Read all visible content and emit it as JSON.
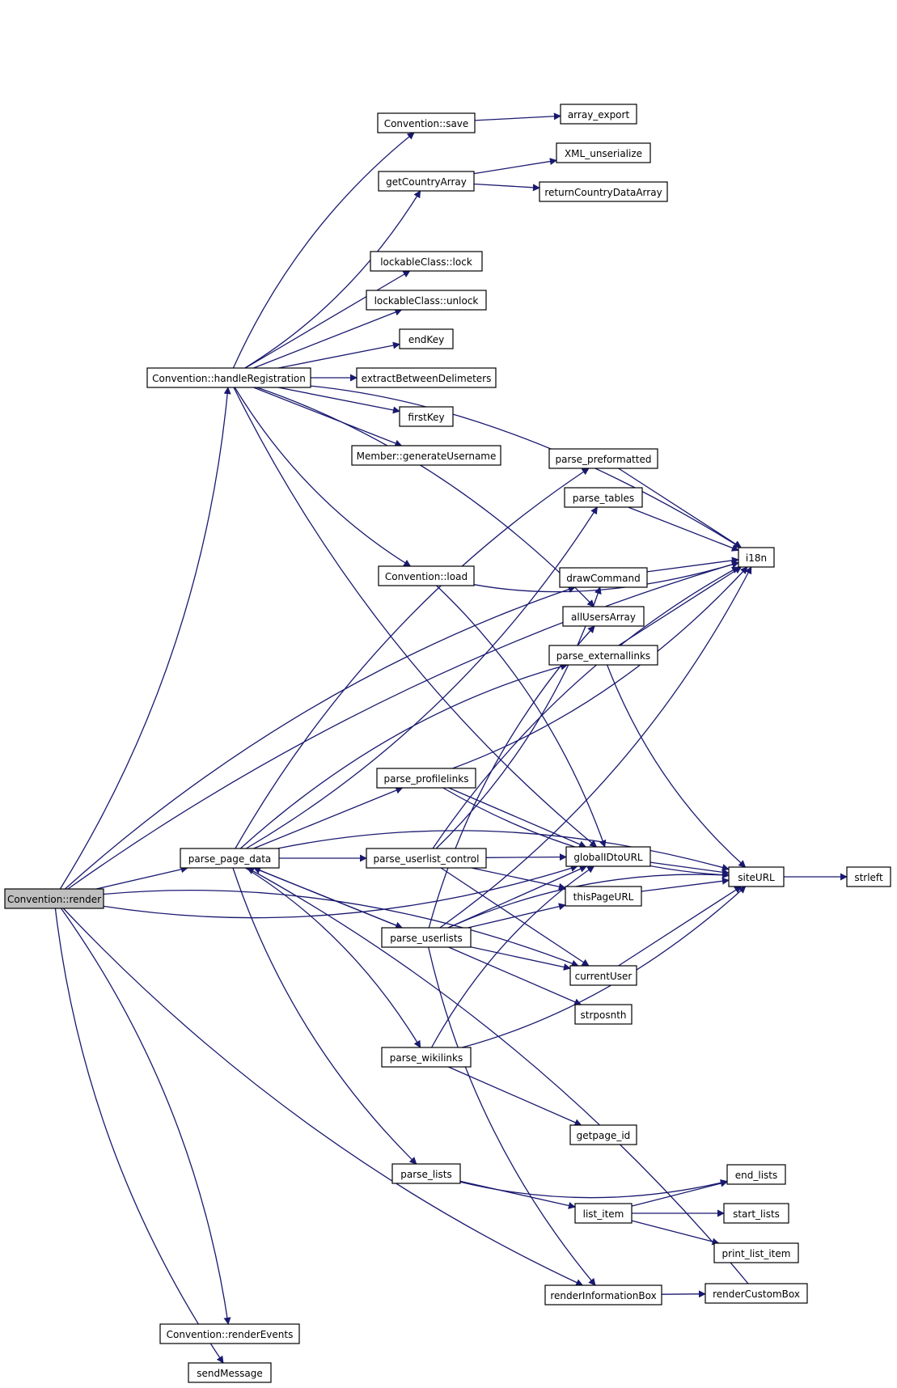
{
  "graph": {
    "edge_color": "#191970",
    "root_color": "#bfbfbf",
    "nodes": [
      {
        "id": "render",
        "label": "Convention::render",
        "root": true
      },
      {
        "id": "save",
        "label": "Convention::save"
      },
      {
        "id": "array_export",
        "label": "array_export"
      },
      {
        "id": "getCountryArray",
        "label": "getCountryArray"
      },
      {
        "id": "xml_unserialize",
        "label": "XML_unserialize"
      },
      {
        "id": "returnCountryDataArray",
        "label": "returnCountryDataArray"
      },
      {
        "id": "lock",
        "label": "lockableClass::lock"
      },
      {
        "id": "unlock",
        "label": "lockableClass::unlock"
      },
      {
        "id": "endKey",
        "label": "endKey"
      },
      {
        "id": "handleRegistration",
        "label": "Convention::handleRegistration"
      },
      {
        "id": "extractBetweenDelimeters",
        "label": "extractBetweenDelimeters"
      },
      {
        "id": "firstKey",
        "label": "firstKey"
      },
      {
        "id": "generateUsername",
        "label": "Member::generateUsername"
      },
      {
        "id": "parse_preformatted",
        "label": "parse_preformatted"
      },
      {
        "id": "parse_tables",
        "label": "parse_tables"
      },
      {
        "id": "i18n",
        "label": "i18n"
      },
      {
        "id": "load",
        "label": "Convention::load"
      },
      {
        "id": "drawCommand",
        "label": "drawCommand"
      },
      {
        "id": "allUsersArray",
        "label": "allUsersArray"
      },
      {
        "id": "parse_externallinks",
        "label": "parse_externallinks"
      },
      {
        "id": "parse_profilelinks",
        "label": "parse_profilelinks"
      },
      {
        "id": "parse_page_data",
        "label": "parse_page_data"
      },
      {
        "id": "parse_userlist_control",
        "label": "parse_userlist_control"
      },
      {
        "id": "globalIDtoURL",
        "label": "globalIDtoURL"
      },
      {
        "id": "siteURL",
        "label": "siteURL"
      },
      {
        "id": "strleft",
        "label": "strleft"
      },
      {
        "id": "thisPageURL",
        "label": "thisPageURL"
      },
      {
        "id": "parse_userlists",
        "label": "parse_userlists"
      },
      {
        "id": "currentUser",
        "label": "currentUser"
      },
      {
        "id": "strposnth",
        "label": "strposnth"
      },
      {
        "id": "parse_wikilinks",
        "label": "parse_wikilinks"
      },
      {
        "id": "getpage_id",
        "label": "getpage_id"
      },
      {
        "id": "parse_lists",
        "label": "parse_lists"
      },
      {
        "id": "end_lists",
        "label": "end_lists"
      },
      {
        "id": "list_item",
        "label": "list_item"
      },
      {
        "id": "start_lists",
        "label": "start_lists"
      },
      {
        "id": "print_list_item",
        "label": "print_list_item"
      },
      {
        "id": "renderInformationBox",
        "label": "renderInformationBox"
      },
      {
        "id": "renderCustomBox",
        "label": "renderCustomBox"
      },
      {
        "id": "renderEvents",
        "label": "Convention::renderEvents"
      },
      {
        "id": "sendMessage",
        "label": "sendMessage"
      }
    ],
    "edges": [
      [
        "render",
        "handleRegistration"
      ],
      [
        "render",
        "i18n"
      ],
      [
        "render",
        "parse_page_data"
      ],
      [
        "render",
        "drawCommand"
      ],
      [
        "render",
        "globalIDtoURL"
      ],
      [
        "render",
        "currentUser"
      ],
      [
        "render",
        "renderInformationBox"
      ],
      [
        "render",
        "renderEvents"
      ],
      [
        "render",
        "sendMessage"
      ],
      [
        "handleRegistration",
        "save"
      ],
      [
        "handleRegistration",
        "getCountryArray"
      ],
      [
        "handleRegistration",
        "i18n"
      ],
      [
        "handleRegistration",
        "lock"
      ],
      [
        "handleRegistration",
        "unlock"
      ],
      [
        "handleRegistration",
        "endKey"
      ],
      [
        "handleRegistration",
        "extractBetweenDelimeters"
      ],
      [
        "handleRegistration",
        "firstKey"
      ],
      [
        "handleRegistration",
        "generateUsername"
      ],
      [
        "handleRegistration",
        "load"
      ],
      [
        "handleRegistration",
        "allUsersArray"
      ],
      [
        "handleRegistration",
        "globalIDtoURL"
      ],
      [
        "save",
        "array_export"
      ],
      [
        "getCountryArray",
        "xml_unserialize"
      ],
      [
        "getCountryArray",
        "returnCountryDataArray"
      ],
      [
        "load",
        "i18n"
      ],
      [
        "load",
        "globalIDtoURL"
      ],
      [
        "parse_preformatted",
        "i18n"
      ],
      [
        "parse_tables",
        "i18n"
      ],
      [
        "drawCommand",
        "i18n"
      ],
      [
        "parse_externallinks",
        "i18n"
      ],
      [
        "parse_externallinks",
        "siteURL"
      ],
      [
        "parse_page_data",
        "parse_preformatted"
      ],
      [
        "parse_page_data",
        "parse_tables"
      ],
      [
        "parse_page_data",
        "parse_externallinks"
      ],
      [
        "parse_page_data",
        "parse_profilelinks"
      ],
      [
        "parse_page_data",
        "parse_userlist_control"
      ],
      [
        "parse_page_data",
        "parse_userlists"
      ],
      [
        "parse_page_data",
        "parse_wikilinks"
      ],
      [
        "parse_page_data",
        "parse_lists"
      ],
      [
        "parse_page_data",
        "siteURL"
      ],
      [
        "parse_profilelinks",
        "i18n"
      ],
      [
        "parse_profilelinks",
        "globalIDtoURL"
      ],
      [
        "parse_profilelinks",
        "siteURL"
      ],
      [
        "parse_userlist_control",
        "globalIDtoURL"
      ],
      [
        "parse_userlist_control",
        "thisPageURL"
      ],
      [
        "parse_userlist_control",
        "currentUser"
      ],
      [
        "parse_userlist_control",
        "drawCommand"
      ],
      [
        "parse_userlist_control",
        "i18n"
      ],
      [
        "parse_userlists",
        "parse_page_data"
      ],
      [
        "parse_userlists",
        "globalIDtoURL"
      ],
      [
        "parse_userlists",
        "thisPageURL"
      ],
      [
        "parse_userlists",
        "currentUser"
      ],
      [
        "parse_userlists",
        "strposnth"
      ],
      [
        "parse_userlists",
        "siteURL"
      ],
      [
        "parse_userlists",
        "i18n"
      ],
      [
        "parse_userlists",
        "allUsersArray"
      ],
      [
        "parse_userlists",
        "renderInformationBox"
      ],
      [
        "parse_wikilinks",
        "globalIDtoURL"
      ],
      [
        "parse_wikilinks",
        "siteURL"
      ],
      [
        "parse_wikilinks",
        "getpage_id"
      ],
      [
        "parse_lists",
        "end_lists"
      ],
      [
        "parse_lists",
        "list_item"
      ],
      [
        "list_item",
        "end_lists"
      ],
      [
        "list_item",
        "start_lists"
      ],
      [
        "list_item",
        "print_list_item"
      ],
      [
        "globalIDtoURL",
        "siteURL"
      ],
      [
        "thisPageURL",
        "siteURL"
      ],
      [
        "currentUser",
        "siteURL"
      ],
      [
        "siteURL",
        "strleft"
      ],
      [
        "renderInformationBox",
        "renderCustomBox"
      ],
      [
        "renderCustomBox",
        "parse_page_data"
      ]
    ]
  }
}
